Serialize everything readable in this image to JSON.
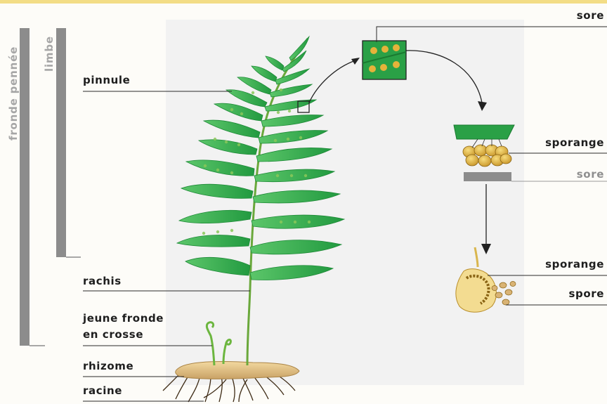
{
  "labels": {
    "fronde_pennee": "fronde pennée",
    "limbe": "limbe",
    "pinnule": "pinnule",
    "rachis": "rachis",
    "jeune_fronde": "jeune fronde\nen crosse",
    "rhizome": "rhizome",
    "racine": "racine",
    "sore_top": "sore",
    "sporange_1": "sporange",
    "sore_grey": "sore",
    "sporange_2": "sporange",
    "spore": "spore"
  },
  "colors": {
    "page_background": "#fdfcf8",
    "panel_background": "#f2f2f2",
    "top_border": "#f3dd86",
    "frond_green": "#2fae4a",
    "frond_dark": "#1c7f33",
    "sorus_orange": "#e5b33a",
    "bracket_grey": "#8c8c8c",
    "text": "#1e1e1e",
    "grey_text": "#8f8f8f"
  }
}
